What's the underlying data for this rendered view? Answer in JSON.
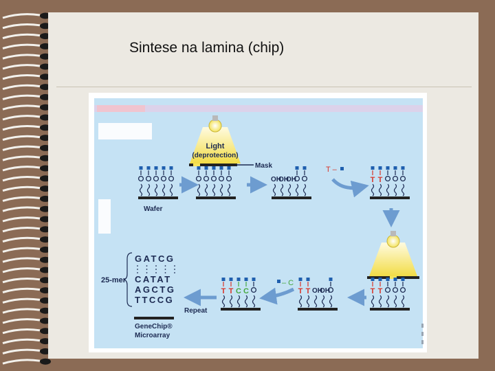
{
  "slide": {
    "title": "Sintese na lamina (chip)"
  },
  "figure": {
    "light_label_line1": "Light",
    "light_label_line2": "(deprotection)",
    "mask_label": "Mask",
    "wafer_label": "Wafer",
    "t_reagent": "T –",
    "c_reagent": "– C",
    "repeat_label": "Repeat",
    "oligo_length_label": "25-mer",
    "sequences": [
      "GATCG",
      "CATAT",
      "AGCTG",
      "TTCCG"
    ],
    "product_line1": "GeneChip®",
    "product_line2": "Microarray",
    "colors": {
      "panel_background": "#c5e2f4",
      "mask_blue": "#1f5fae",
      "arrow_blue": "#6d9cd0",
      "light_yellow": "#f4e35c",
      "t_red": "#d8352a",
      "c_green": "#46a83f",
      "slide_paper": "#ece9e2",
      "border_brown": "#8b6b55"
    }
  }
}
